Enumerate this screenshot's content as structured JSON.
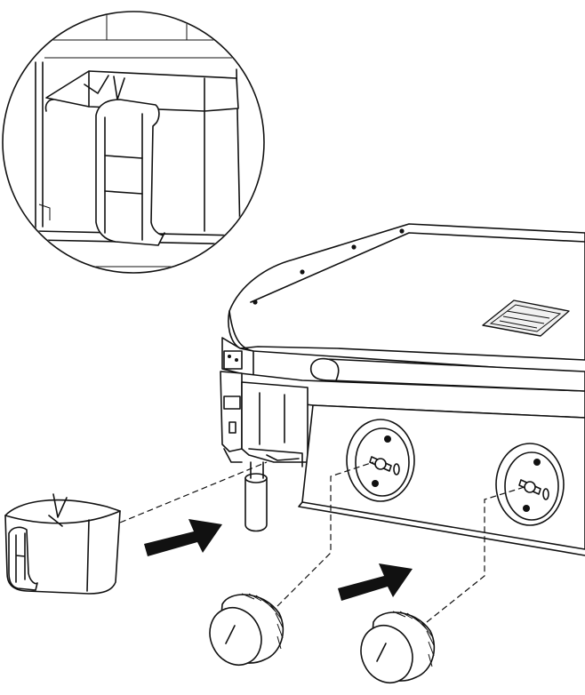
{
  "figure": {
    "type": "assembly-instruction-diagram",
    "colors": {
      "line": "#111111",
      "background": "#ffffff",
      "arrow": "#111111"
    },
    "parts": [
      "detail-magnifier-circle",
      "grease-cup",
      "griddle-body",
      "control-knob-1",
      "control-knob-2"
    ],
    "arrows": 2
  }
}
